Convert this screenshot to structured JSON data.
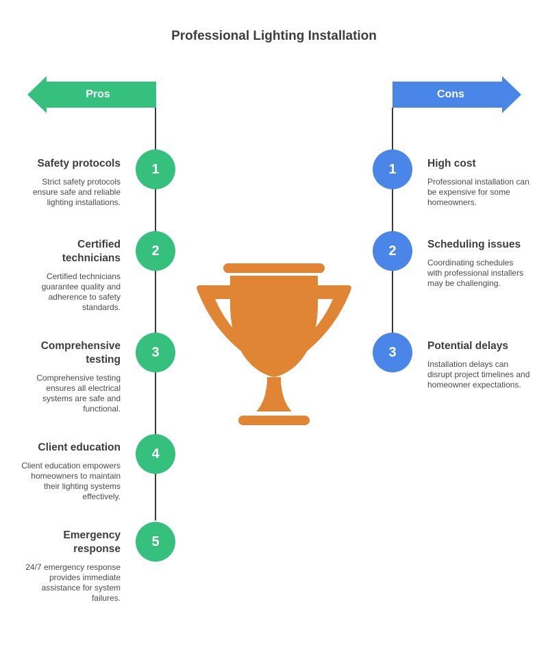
{
  "title": "Professional Lighting Installation",
  "colors": {
    "pros": "#35c17d",
    "cons": "#4a86e8",
    "trophy": "#df8533"
  },
  "pros": {
    "label": "Pros",
    "items": [
      {
        "number": "1",
        "title": "Safety protocols",
        "desc": "Strict safety protocols ensure safe and reliable lighting installations."
      },
      {
        "number": "2",
        "title": "Certified technicians",
        "desc": "Certified technicians guarantee quality and adherence to safety standards."
      },
      {
        "number": "3",
        "title": "Comprehensive testing",
        "desc": "Comprehensive testing ensures all electrical systems are safe and functional."
      },
      {
        "number": "4",
        "title": "Client education",
        "desc": "Client education empowers homeowners to maintain their lighting systems effectively."
      },
      {
        "number": "5",
        "title": "Emergency response",
        "desc": "24/7 emergency response provides immediate assistance for system failures."
      }
    ]
  },
  "cons": {
    "label": "Cons",
    "items": [
      {
        "number": "1",
        "title": "High cost",
        "desc": "Professional installation can be expensive for some homeowners."
      },
      {
        "number": "2",
        "title": "Scheduling issues",
        "desc": "Coordinating schedules with professional installers may be challenging."
      },
      {
        "number": "3",
        "title": "Potential delays",
        "desc": "Installation delays can disrupt project timelines and homeowner expectations."
      }
    ]
  },
  "icon": "trophy-icon"
}
